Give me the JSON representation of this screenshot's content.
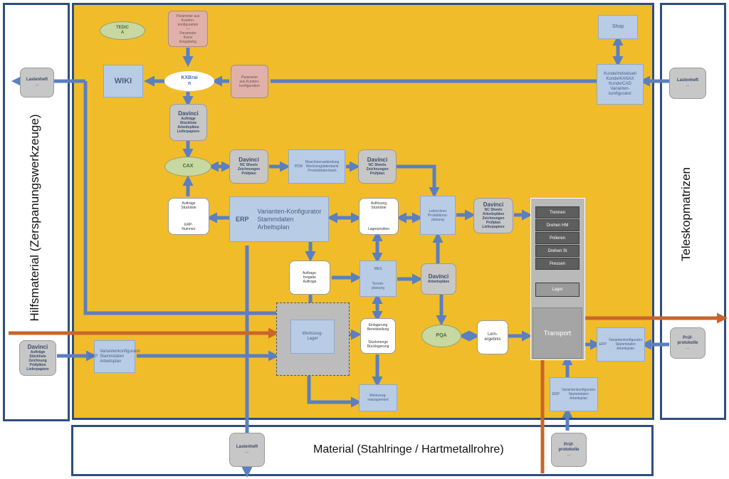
{
  "frames": {
    "left_label": "Hilfsmaterial (Zerspanungswerkzeuge)",
    "right_label": "Teleskopmatrizen",
    "bottom_label": "Material (Stahlringe / Hartmetallrohre)"
  },
  "colors": {
    "frame": "#2f4e7e",
    "center": "#f1bc2a",
    "arrow_blue": "#5b7fc0",
    "arrow_orange": "#c9652a"
  },
  "nodes": {
    "tedica": "TEDIC\nA",
    "param_top": "Parameter aus\nKunden-\nkonfiguration\n—\nParameter\nKonv/\nEingabebg",
    "wiki": "WIKI",
    "kxbrain": "KXBrai\nn",
    "param_mid": "Parameter\naus Kunden-\nkonfiguration",
    "shop": "Shop",
    "kunde_konf": "Kunde/Individuell\nKunde/KANAX\nKunde/CAD\nVarianten-\nkonfigurator",
    "lastenheft_left_title": "Lastenheft",
    "lastenheft_left_sub": "...",
    "lastenheft_right_title": "Lastenheft",
    "lastenheft_right_sub": "...",
    "davinci1_title": "Davinci",
    "davinci1_body": "Aufträge\nStückliste\nArbeitspläne\nLieferpapiere",
    "cax": "CAX",
    "davinci2_title": "Davinci",
    "davinci2_body": "NC Sheets\nZeichnungen\nPrüfplan",
    "pdm_label": "PDM",
    "pdm_body": "Maschinenanbindung\nWerkzeugdatenbank\nProduktdatenbank",
    "davinci3_title": "Davinci",
    "davinci3_body": "NC Sheets\nZeichnungen\nPrüfplan",
    "auftrag_left_top": "Aufträge\nStückliste",
    "auftrag_left_bottom": "ERP-\nNummer",
    "erp_label": "ERP",
    "erp_body": "Varianten-Konfigurator\nStammdaten\nArbeitsplan",
    "aufloesung_top": "Auflösung\nStückliste",
    "aufloesung_bottom": "Lagerposition",
    "leitrechner": "Leitrechner\nProduktions-\nplanung",
    "davinci4_title": "Davinci",
    "davinci4_body": "NC Sheets\nArbeitspläne\nZeichnungen\nPrüfplan\nLieferpapiere",
    "auftragsfreigabe": "Auftrags-\nfreigabe\nAufträge",
    "mes_top": "MES",
    "mes_bottom": "Termin-\nplanung",
    "davinci5_title": "Davinci",
    "davinci5_body": "Arbeitspläne",
    "werkzeuglager": "Werkzeug-\nLager",
    "einlagerung_top": "Einlagerung\nBereitstellung",
    "einlagerung_bottom": "Stückmenge\nRücklagerung",
    "pqa": "PQA",
    "lernergebnis": "Lern-\nergebnis",
    "werkzeugmanagement": "Werkzeug-\nmanagement",
    "machines": [
      "Trennen",
      "Drehen HM",
      "Polieren",
      "Drehen St",
      "Pressen"
    ],
    "lager": "Lager",
    "transport": "Transport",
    "erp_right_label": "ERP",
    "erp_right_body": "Variantenkonfigurator\nStammdaten\nArbeitsplan",
    "pruef_right_title": "Prüf-\nprotokolle",
    "pruef_right_sub": "...",
    "davinci_left_title": "Davinci",
    "davinci_left_body": "Aufträge\nStückliste\nZeichnung\nPrüfpläne\nLieferpapiere",
    "erp_left_label": "ERP",
    "erp_left_body": "Variantenkonfigurator\nStammdaten\nArbeitsplan",
    "erp_bottom_label": "ERP",
    "erp_bottom_body": "Variantenkonfigurator\nStammdaten\nArbeitsplan",
    "lastenheft_bottom_title": "Lastenheft",
    "lastenheft_bottom_sub": "...",
    "pruef_bottom_title": "Prüf-\nprotokolle",
    "pruef_bottom_sub": "..."
  }
}
